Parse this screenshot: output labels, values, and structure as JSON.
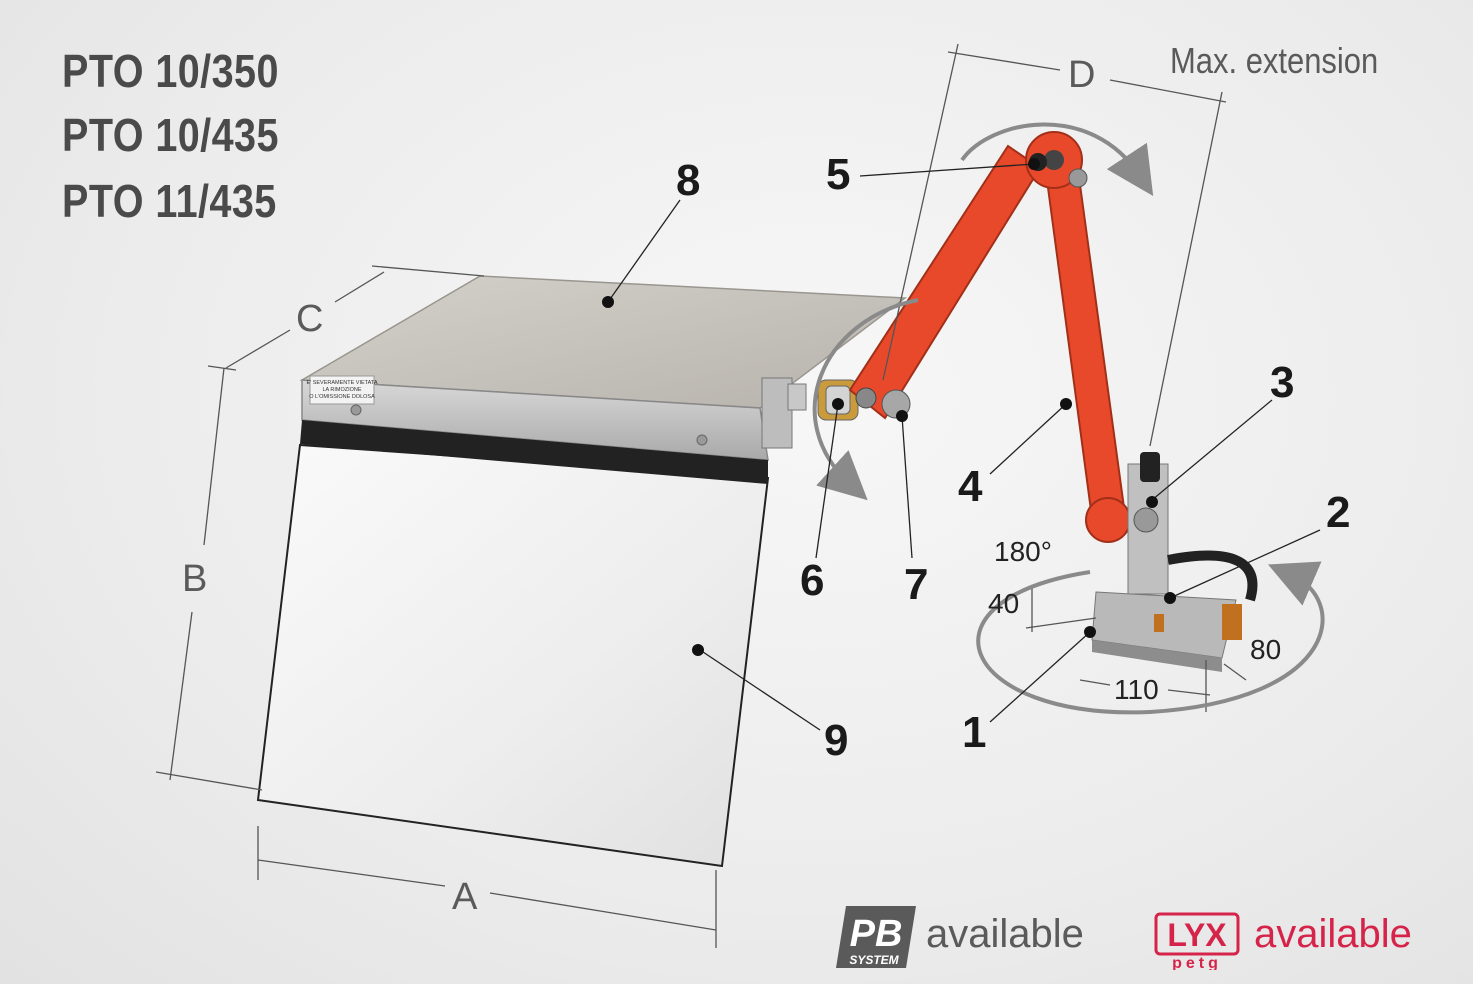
{
  "models": [
    "PTO 10/350",
    "PTO 10/435",
    "PTO 11/435"
  ],
  "max_extension_label": "Max. extension",
  "dimension_letters": {
    "a": "A",
    "b": "B",
    "c": "C",
    "d": "D"
  },
  "dimension_values": {
    "rotation": "180°",
    "base_height": "40",
    "base_width": "80",
    "base_length": "110"
  },
  "callouts": [
    "1",
    "2",
    "3",
    "4",
    "5",
    "6",
    "7",
    "8",
    "9"
  ],
  "warning_label": [
    "E' SEVERAMENTE VIETATA",
    "LA RIMOZIONE",
    "O L'OMISSIONE DOLOSA"
  ],
  "badges": {
    "pb": {
      "logo_top": "PB",
      "logo_bottom": "SYSTEM",
      "text": "available",
      "color": "#5a5a5a"
    },
    "lyx": {
      "logo_top": "LYX",
      "logo_bottom": "petg",
      "text": "available",
      "color": "#d6234a"
    }
  },
  "colors": {
    "arm": "#e8492a",
    "panel_frame": "#b9b9b9",
    "lid": "#c9c6c0"
  }
}
